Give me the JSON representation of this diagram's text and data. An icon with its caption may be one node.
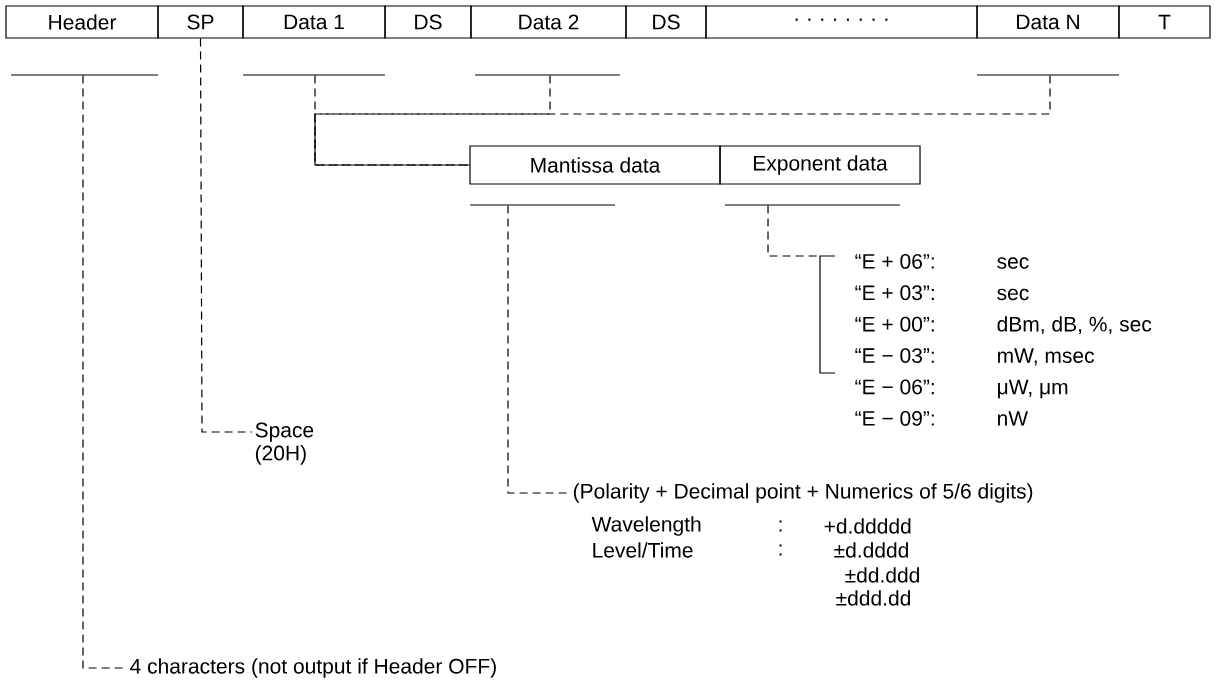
{
  "diagram": {
    "nodes": [
      {
        "text": [
          "Header"
        ]
      },
      {
        "text": [
          "SP"
        ]
      },
      {
        "text": [
          "Data 1"
        ]
      },
      {
        "text": [
          "DS"
        ]
      },
      {
        "text": [
          "Data 2"
        ]
      },
      {
        "text": [
          "DS"
        ]
      },
      {
        "text": [
          "· · · · · · · ·"
        ]
      },
      {
        "text": [
          "Data N"
        ]
      },
      {
        "text": [
          "T"
        ]
      },
      {
        "text": [
          "Mantissa data"
        ]
      },
      {
        "text": [
          "Exponent data"
        ]
      },
      {
        "text": [
          "“E + 06”:",
          "sec",
          "“E + 03”:",
          "sec",
          "“E + 00”:",
          "dBm, dB, %,  sec",
          "“E − 03”:",
          "mW, msec",
          "“E − 06”:",
          "μW, μm",
          "“E − 09”:",
          "nW"
        ]
      },
      {
        "text": [
          "Space (20H)"
        ]
      },
      {
        "text": [
          "(Polarity + Decimal point + Numerics of 5/6 digits)"
        ]
      },
      {
        "text": [
          "4 characters (not output if Header OFF)"
        ]
      }
    ],
    "edges": [
      {
        "from": 0,
        "to": 14,
        "arrow": "none",
        "style": "dashed"
      },
      {
        "from": 1,
        "to": 12,
        "arrow": "none",
        "style": "dashed"
      },
      {
        "from": 2,
        "to": 9,
        "arrow": "none",
        "style": "dashed"
      },
      {
        "from": 4,
        "to": 9,
        "arrow": "none",
        "style": "dashed"
      },
      {
        "from": 7,
        "to": 9,
        "arrow": "none",
        "style": "dashed"
      },
      {
        "from": 9,
        "to": 13,
        "arrow": "none",
        "style": "dashed"
      },
      {
        "from": 10,
        "to": 11,
        "arrow": "none",
        "style": "dashed"
      }
    ],
    "labels": [
      "Wavelength",
      ":",
      "+d.ddddd",
      "Level/Time",
      ":",
      "±d.dddd",
      "±dd.ddd",
      "±ddd.dd"
    ]
  }
}
